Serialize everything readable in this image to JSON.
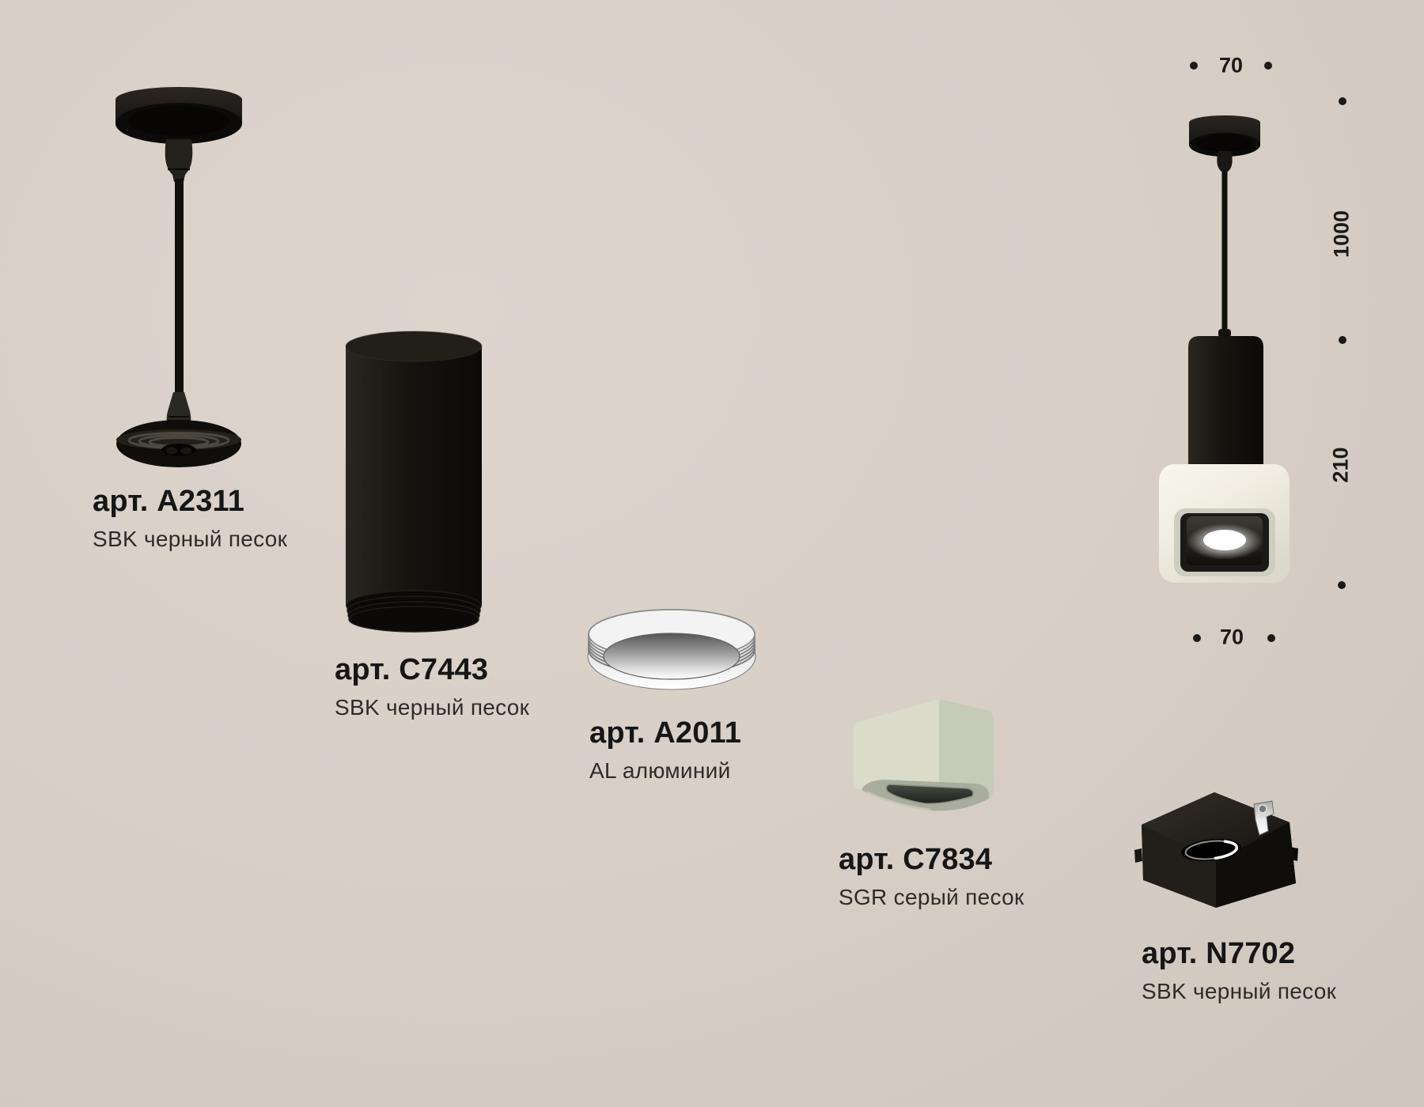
{
  "page": {
    "background_color": "#d8d0c7",
    "text_color": "#161616"
  },
  "parts": [
    {
      "article": "арт. A2311",
      "finish": "SBK черный песок"
    },
    {
      "article": "арт. C7443",
      "finish": "SBK черный песок"
    },
    {
      "article": "арт. A2011",
      "finish": "AL алюминий"
    },
    {
      "article": "арт. C7834",
      "finish": "SGR серый песок"
    },
    {
      "article": "арт. N7702",
      "finish": "SBK черный песок"
    }
  ],
  "assembled": {
    "dim_top_width": "70",
    "dim_suspension_length": "1000",
    "dim_body_height": "210",
    "dim_bottom_width": "70"
  },
  "colors": {
    "black_part": "#16130f",
    "sage_part": "#ccd0be",
    "silver_part": "#d9d9d9",
    "white_shade": "#f2efe6",
    "dimension_marks": "#1c1a18"
  }
}
